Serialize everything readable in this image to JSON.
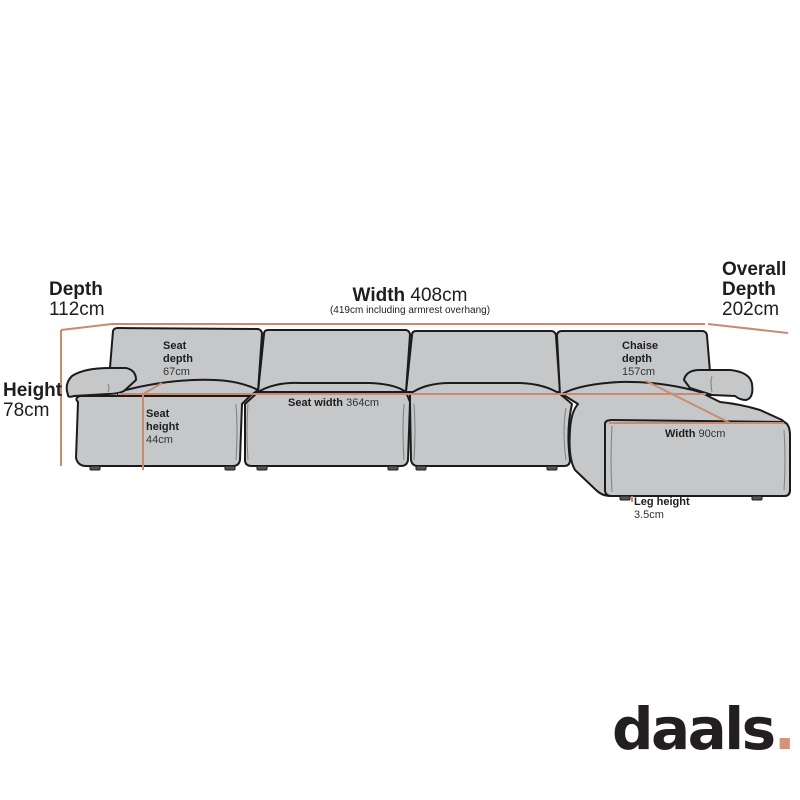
{
  "colors": {
    "dimension_line": "#c98a72",
    "sofa_fill": "#c6c7c9",
    "outline": "#1b1b1b",
    "logo_text": "#231f20",
    "logo_dot": "#d4937a"
  },
  "dimensions": {
    "depth": {
      "label": "Depth",
      "value": "112cm"
    },
    "height": {
      "label": "Height",
      "value": "78cm"
    },
    "width": {
      "label": "Width",
      "value": "408cm",
      "note": "(419cm including armrest overhang)"
    },
    "overall_depth": {
      "label_line1": "Overall",
      "label_line2": "Depth",
      "value": "202cm"
    },
    "seat_depth": {
      "label_line1": "Seat",
      "label_line2": "depth",
      "value": "67cm"
    },
    "seat_height": {
      "label_line1": "Seat",
      "label_line2": "height",
      "value": "44cm"
    },
    "seat_width": {
      "label": "Seat width",
      "value": "364cm"
    },
    "chaise_depth": {
      "label_line1": "Chaise",
      "label_line2": "depth",
      "value": "157cm"
    },
    "chaise_width": {
      "label": "Width",
      "value": "90cm"
    },
    "leg_height": {
      "label": "Leg height",
      "value": "3.5cm"
    }
  },
  "brand": {
    "name": "daals",
    "dot": "."
  }
}
